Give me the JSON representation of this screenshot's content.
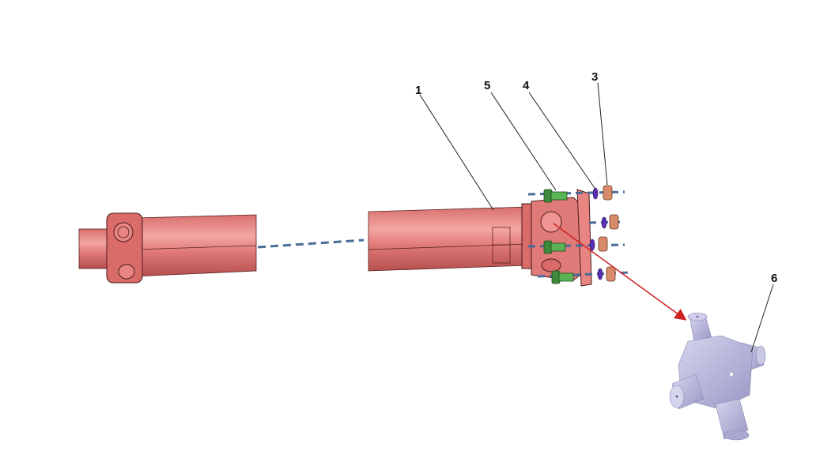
{
  "diagram": {
    "type": "exploded-assembly",
    "subject": "driveshaft with universal joint",
    "colors": {
      "shaft": "#e07a78",
      "shaft_dark": "#b85553",
      "shaft_light": "#f0a3a0",
      "bolt": "#4fa14a",
      "washer": "#5a2fb0",
      "nut": "#d98a6a",
      "spider": "#b9b8dc",
      "axis_line": "#4a6c99",
      "arrow": "#cc2222",
      "leader": "#222222"
    },
    "callouts": [
      {
        "id": "1",
        "label": "1",
        "part": "shaft tube"
      },
      {
        "id": "5",
        "label": "5",
        "part": "bolt"
      },
      {
        "id": "4",
        "label": "4",
        "part": "washer"
      },
      {
        "id": "3",
        "label": "3",
        "part": "nut"
      },
      {
        "id": "6",
        "label": "6",
        "part": "universal joint cross (spider)"
      }
    ]
  }
}
